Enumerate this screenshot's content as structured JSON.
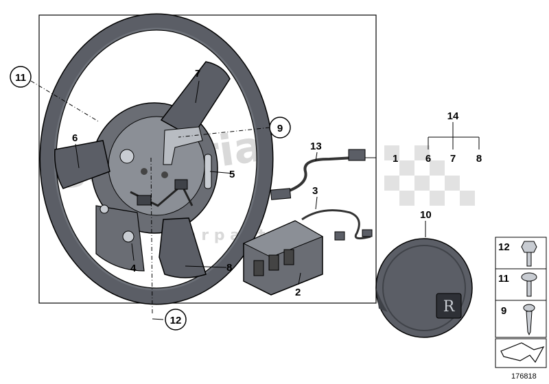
{
  "labels": {
    "p1": "1",
    "p2": "2",
    "p3": "3",
    "p4": "4",
    "p5": "5",
    "p6": "6",
    "p7": "7",
    "p8": "8",
    "p9": "9",
    "p10": "10",
    "p11": "11",
    "p12": "12",
    "p13": "13",
    "p14": "14",
    "set_6": "6",
    "set_7": "7",
    "set_8": "8"
  },
  "fasteners": {
    "f12": "12",
    "f11": "11",
    "f9": "9"
  },
  "watermark": {
    "word": "scuderia",
    "sub": "c a r   p a r t s"
  },
  "emblem": "R",
  "diagram_number": "176818",
  "colors": {
    "wheel": "#5b5e66",
    "wheel_dark": "#3f4248",
    "wheel_light": "#7a7e86",
    "metal": "#b8bcc2",
    "outline": "#000000"
  }
}
